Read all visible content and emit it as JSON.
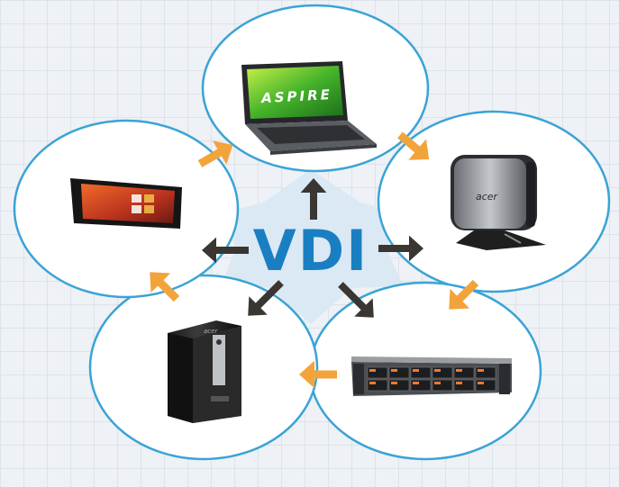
{
  "diagram": {
    "center_label": "VDI",
    "laptop_logo": "ASPIRE",
    "brand_mark": "acer",
    "colors": {
      "ring": "#3aa3d6",
      "center_fill": "#dbe9f4",
      "center_text": "#1a7fc2",
      "dark_arrow": "#3a3632",
      "orange_arrow": "#f2a43a"
    },
    "nodes": [
      "laptop",
      "nettop",
      "server",
      "desktop-tower",
      "tablet"
    ]
  }
}
